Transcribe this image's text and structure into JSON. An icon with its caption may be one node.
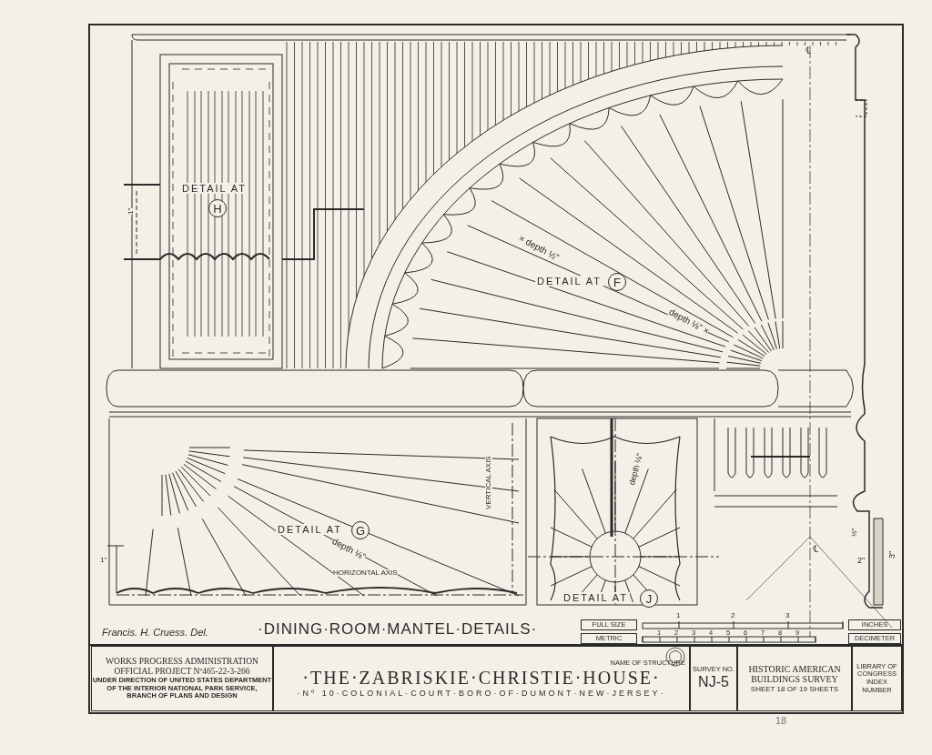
{
  "diagram": {
    "title": "·DINING·ROOM·MANTEL·DETAILS·",
    "nodes": [
      {
        "text": [
          "WORKS PROGRESS ADMINISTRATION",
          "OFFICIAL PROJECT Nº465-22-3-266",
          "UNDER DIRECTION OF UNITED STATES DEPARTMENT OF THE INTERIOR NATIONAL PARK SERVICE, BRANCH OF PLANS AND DESIGN"
        ]
      },
      {
        "text": [
          "NAME OF STRUCTURE",
          "·THE·ZABRISKIE·CHRISTIE·HOUSE·",
          "·Nº 10·COLONIAL·COURT·BORO·OF·DUMONT·NEW·JERSEY·"
        ]
      },
      {
        "text": [
          "SURVEY NO.",
          "NJ-5"
        ]
      },
      {
        "text": [
          "HISTORIC AMERICAN BUILDINGS SURVEY",
          "SHEET 18 OF 19 SHEETS"
        ]
      },
      {
        "text": [
          "LIBRARY OF CONGRESS INDEX NUMBER"
        ]
      },
      {
        "text": [
          "FULL SIZE"
        ]
      },
      {
        "text": [
          "METRIC"
        ]
      },
      {
        "text": [
          "INCHES"
        ]
      },
      {
        "text": [
          "DECIMETER"
        ]
      },
      {
        "text": [
          "H"
        ],
        "beside": [
          "DETAIL AT"
        ]
      },
      {
        "text": [
          "F"
        ],
        "beside": [
          "DETAIL AT"
        ]
      },
      {
        "text": [
          "G"
        ],
        "beside": [
          "DETAIL AT"
        ]
      },
      {
        "text": [
          "J"
        ],
        "beside": [
          "DETAIL AT"
        ]
      }
    ],
    "labels": [
      "Francis. H. Cruess. Del.",
      "× depth ½\"",
      "depth ⅛\" ×",
      "depth ⅛\"",
      "HORIZONTAL AXIS",
      "VERTICAL AXIS",
      "depth ⅛\"",
      "1\"",
      "1\"",
      "½\"",
      "2\"",
      "3\"",
      "℄",
      "℄",
      "1",
      "2",
      "3",
      "1",
      "2",
      "3",
      "4",
      "5",
      "6",
      "7",
      "8",
      "9",
      "18"
    ]
  }
}
